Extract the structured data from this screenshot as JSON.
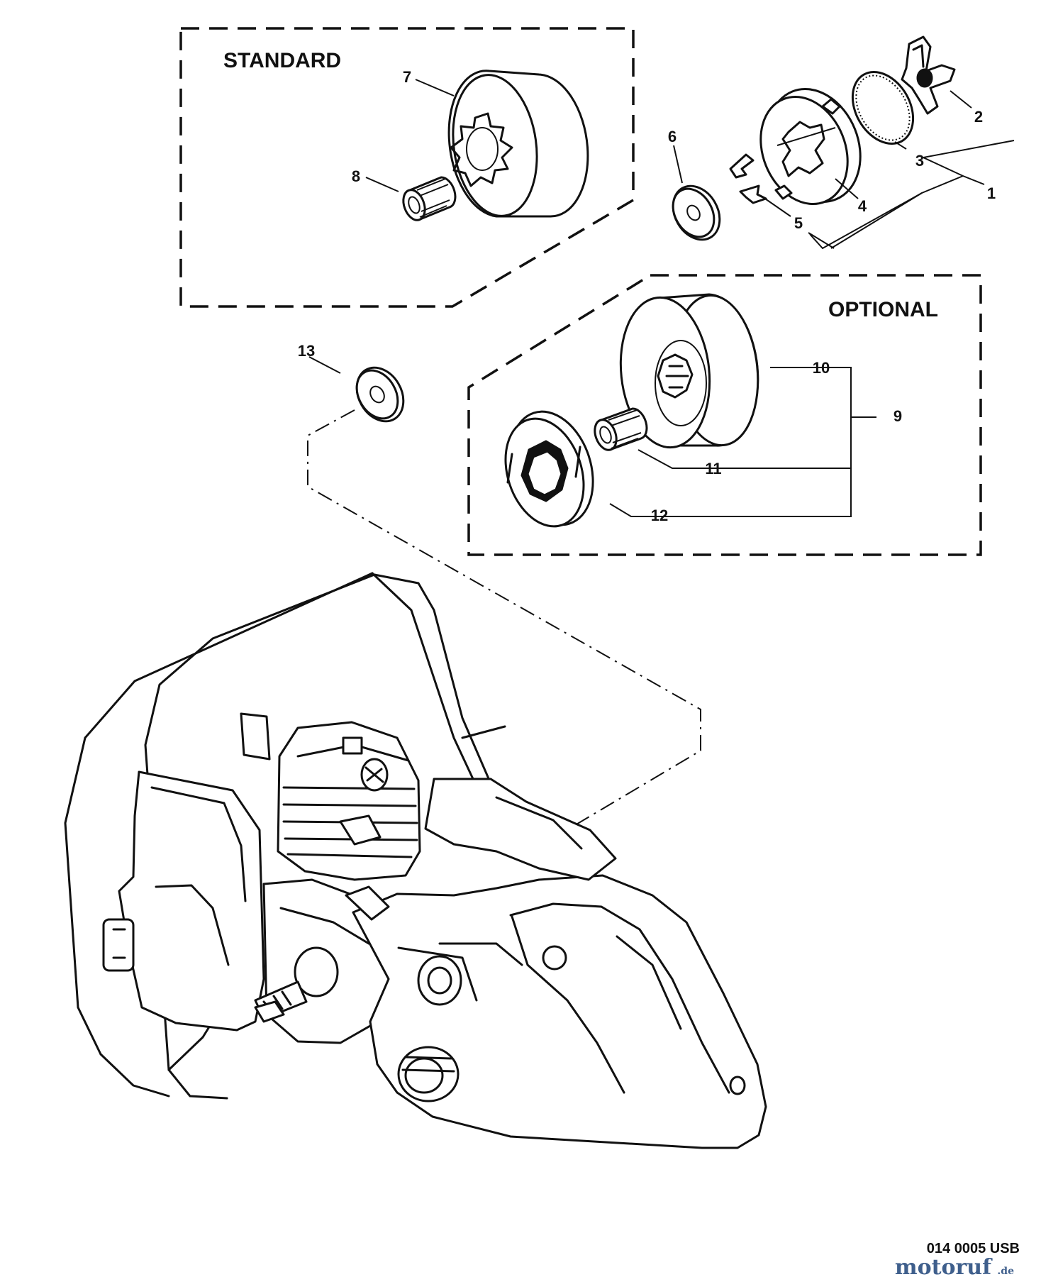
{
  "groups": {
    "standard_label": "STANDARD",
    "optional_label": "OPTIONAL"
  },
  "callouts": [
    "1",
    "2",
    "3",
    "4",
    "5",
    "6",
    "7",
    "8",
    "9",
    "10",
    "11",
    "12",
    "13"
  ],
  "footer": {
    "drawing_code": "014 0005 USB",
    "watermark_main": "motoruf",
    "watermark_suffix": ".de"
  },
  "colors": {
    "ink": "#111111",
    "paper": "#ffffff",
    "watermark": "#3f5f8c"
  }
}
